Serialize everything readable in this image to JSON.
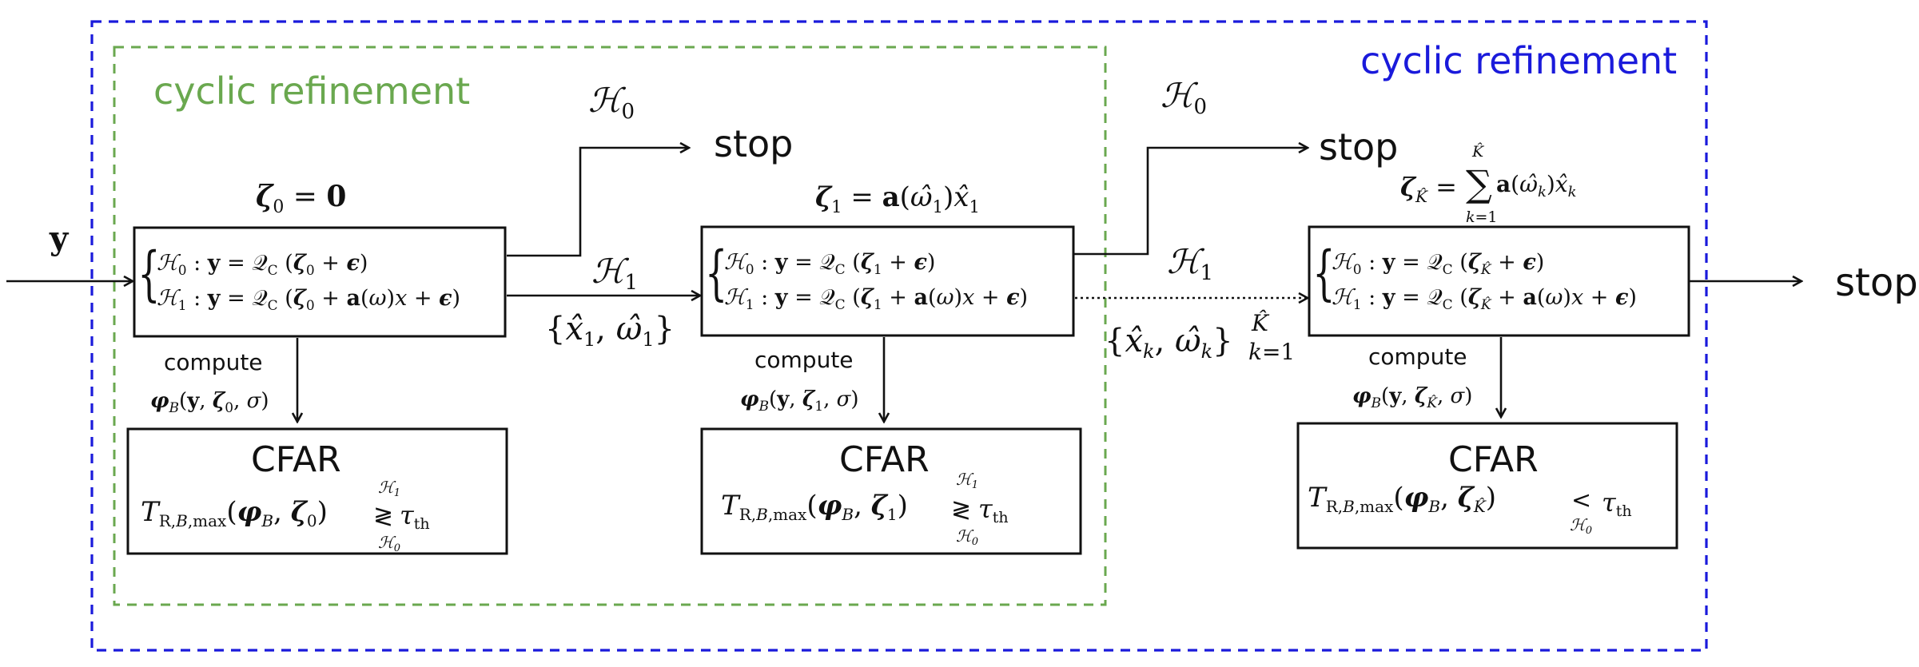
{
  "outer_label": "cyclic refinement",
  "inner_label": "cyclic refinement",
  "colors": {
    "outer_dash": "#1a1adb",
    "inner_dash": "#6aa84f",
    "ink": "#111111"
  },
  "input_label": "y",
  "stop_label": "stop",
  "compute_label": "compute",
  "cfar_title": "CFAR",
  "h0_label": "H0",
  "h1_label": "H1",
  "stages": [
    {
      "zeta": "ζ₀ = 0",
      "hyp0": "H₀ : y = 𝒬C (ζ₀ + ε)",
      "hyp1": "H₁ : y = 𝒬C (ζ₀ + a(ω)x + ε)",
      "phi": "φB(y, ζ₀, σ)",
      "test": "TR,B,max(φB, ζ₀)",
      "thr": "≷ τth"
    },
    {
      "zeta": "ζ₁ = a(ω̂₁)x̂₁",
      "hyp0": "H₀ : y = 𝒬C (ζ₁ + ε)",
      "hyp1": "H₁ : y = 𝒬C (ζ₁ + a(ω)x + ε)",
      "phi": "φB(y, ζ₁, σ)",
      "test": "TR,B,max(φB, ζ₁)",
      "thr": "≷ τth"
    },
    {
      "zeta": "ζK̂ = Σ a(ω̂k)x̂k",
      "hyp0": "H₀ : y = 𝒬C (ζK̂ + ε)",
      "hyp1": "H₁ : y = 𝒬C (ζK̂ + a(ω)x + ε)",
      "phi": "φB(y, ζK̂, σ)",
      "test": "TR,B,max(φB, ζK̂)",
      "thr": "< τth"
    }
  ],
  "edge_labels": {
    "est1": "{x̂₁, ω̂₁}",
    "estk": "{x̂k, ω̂k}"
  }
}
